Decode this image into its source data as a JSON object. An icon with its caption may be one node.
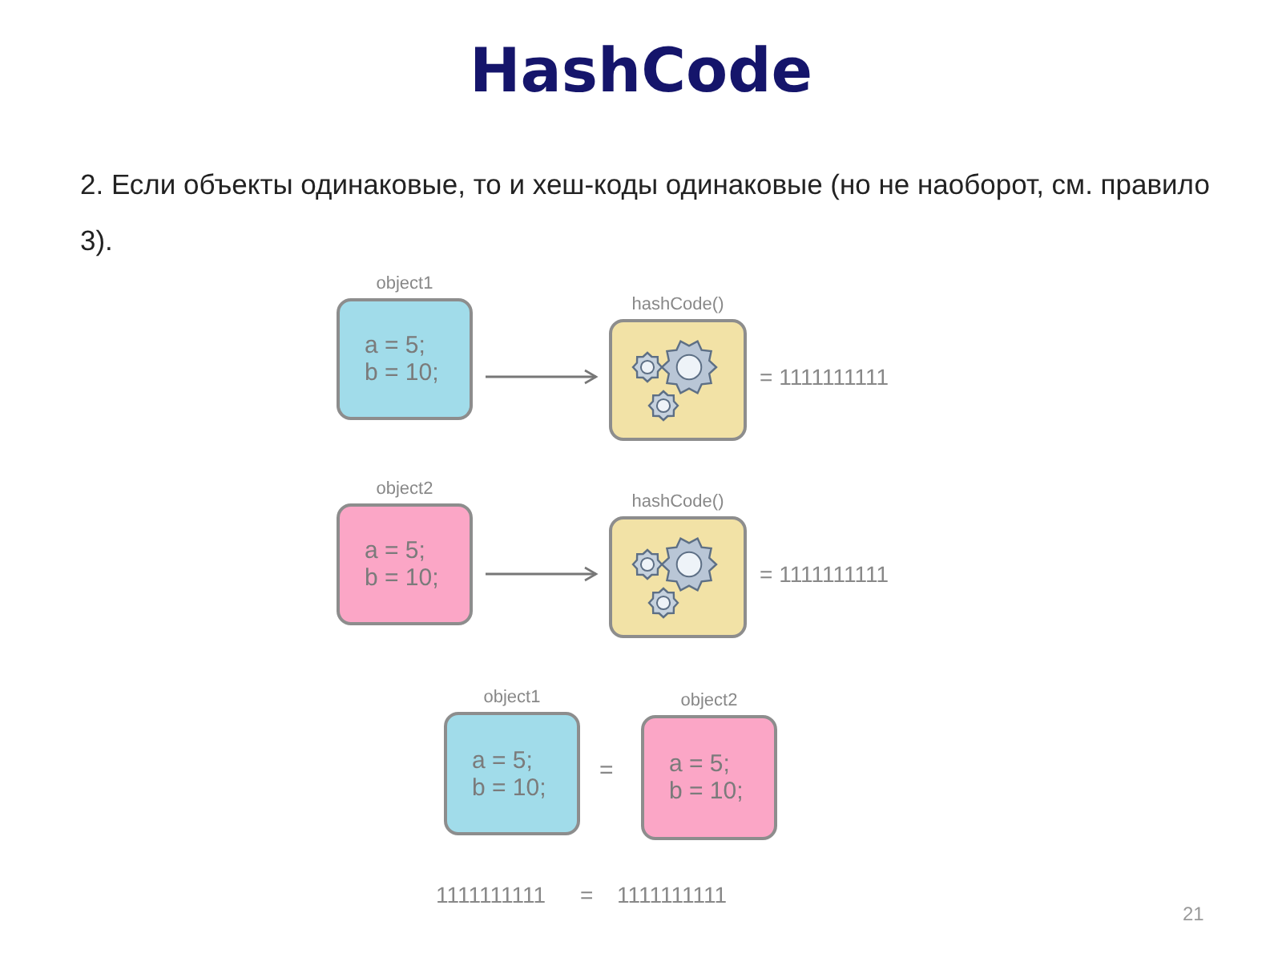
{
  "diagram": {
    "title": "HashCode",
    "nodes": [
      {
        "text": [
          "object1",
          "a = 5; b = 10;"
        ]
      },
      {
        "text": [
          "hashCode()"
        ],
        "beside": [
          "= 1111111111"
        ]
      },
      {
        "text": [
          "object2",
          "a = 5; b = 10;"
        ]
      },
      {
        "text": [
          "hashCode()"
        ],
        "beside": [
          "= 1111111111"
        ]
      },
      {
        "text": [
          "object1",
          "a = 5; b = 10;"
        ]
      },
      {
        "text": [
          "object2",
          "a = 5; b = 10;"
        ]
      }
    ],
    "edges": [
      {
        "from": 0,
        "to": 1,
        "arrow": "to"
      },
      {
        "from": 2,
        "to": 3,
        "arrow": "to"
      }
    ],
    "labels": [
      "2. Если объекты одинаковые, то и хеш-коды одинаковые (но не наоборот, см. правило 3).",
      "=",
      "1111111111",
      "=",
      "1111111111",
      "21"
    ]
  }
}
